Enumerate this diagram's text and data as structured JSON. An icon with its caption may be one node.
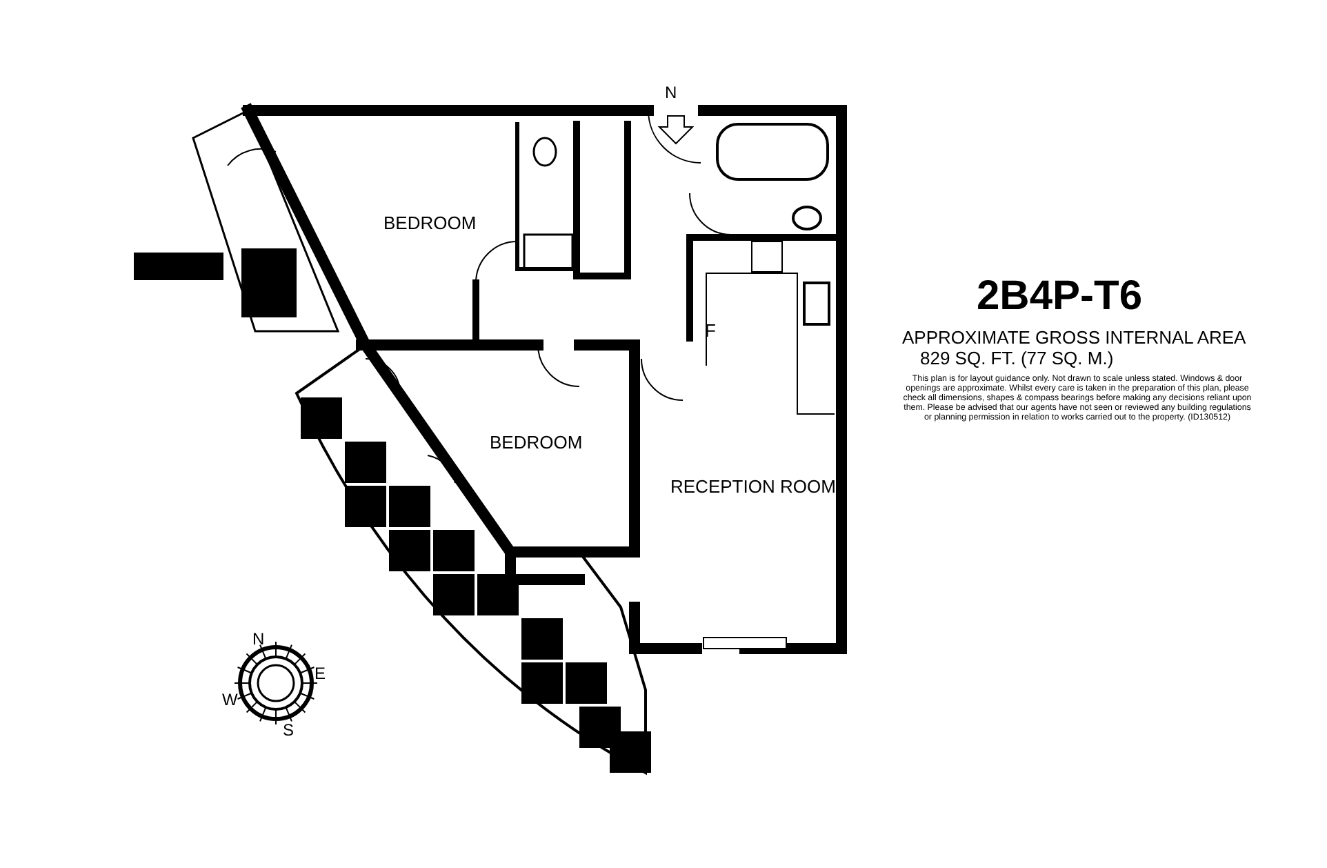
{
  "diagram": {
    "title": "2B4P-T6",
    "labels": [
      "N",
      "BEDROOM",
      "F",
      "BEDROOM",
      "RECEPTION ROOM",
      "APPROXIMATE GROSS INTERNAL AREA",
      "829 SQ. FT. (77 SQ. M.)",
      "This plan is for layout guidance only. Not drawn to scale unless stated. Windows & door openings are approximate. Whilst every care is taken in the preparation of this plan, please check all dimensions, shapes & compass bearings before making any decisions reliant upon them. Please be advised that our agents have not seen or reviewed any building regulations or planning permission in relation to works carried out to the property. (ID130512)",
      "N",
      "E",
      "W",
      "S"
    ]
  }
}
